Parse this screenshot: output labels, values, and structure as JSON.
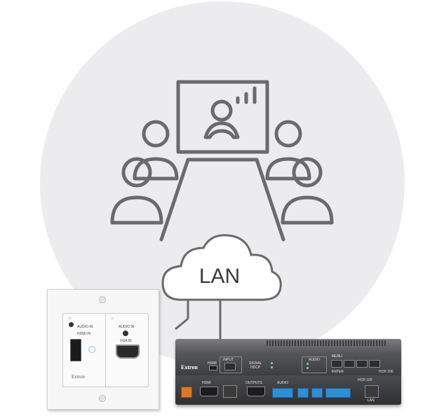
{
  "network": {
    "label": "LAN"
  },
  "wallplate": {
    "left_labels": [
      "AUDIO IN",
      "HDMI IN"
    ],
    "right_labels": [
      "AUDIO IN",
      "VGA IN"
    ],
    "brand": "Extron"
  },
  "unit": {
    "brand": "Extron",
    "top_labels": {
      "hdmi": "HDMI",
      "input": "INPUT",
      "signal": "SIGNAL",
      "hdcp": "HDCP",
      "audio": "AUDIO",
      "menu": "MENU",
      "enter": "ENTER",
      "model": "HCR 100"
    },
    "rear_labels": {
      "hdmi": "HDMI",
      "outputs": "OUTPUTS",
      "audio": "AUDIO",
      "lan": "LAN",
      "model": "HCR 100"
    }
  },
  "colors": {
    "background_circle": "#ececee",
    "icon_stroke": "#6a6a6c",
    "terminal_blue": "#2f8fd6",
    "connector_orange": "#d9792b"
  }
}
